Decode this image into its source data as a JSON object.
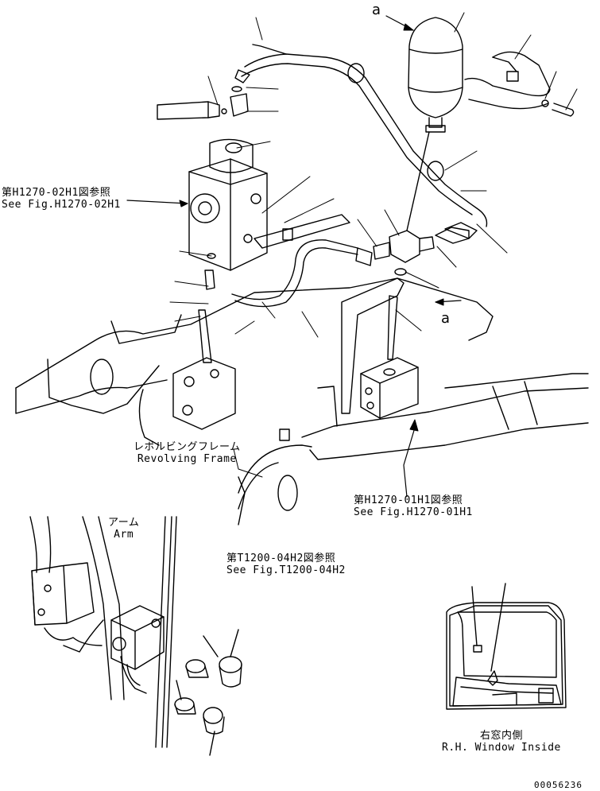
{
  "labels": {
    "ref_top_right": "a",
    "ref_mid_right": "a",
    "fig_h1270_02h1_jp": "第H1270-02H1図参照",
    "fig_h1270_02h1_en": "See Fig.H1270-02H1",
    "revolving_frame_jp": "レボルビングフレーム",
    "revolving_frame_en": "Revolving Frame",
    "fig_h1270_01h1_jp": "第H1270-01H1図参照",
    "fig_h1270_01h1_en": "See Fig.H1270-01H1",
    "arm_jp": "アーム",
    "arm_en": "Arm",
    "fig_t1200_04h2_jp": "第T1200-04H2図参照",
    "fig_t1200_04h2_en": "See Fig.T1200-04H2",
    "window_jp": "右窓内側",
    "window_en": "R.H. Window Inside",
    "drawing_number": "00056236"
  },
  "colors": {
    "line": "#000000",
    "background": "#ffffff"
  }
}
